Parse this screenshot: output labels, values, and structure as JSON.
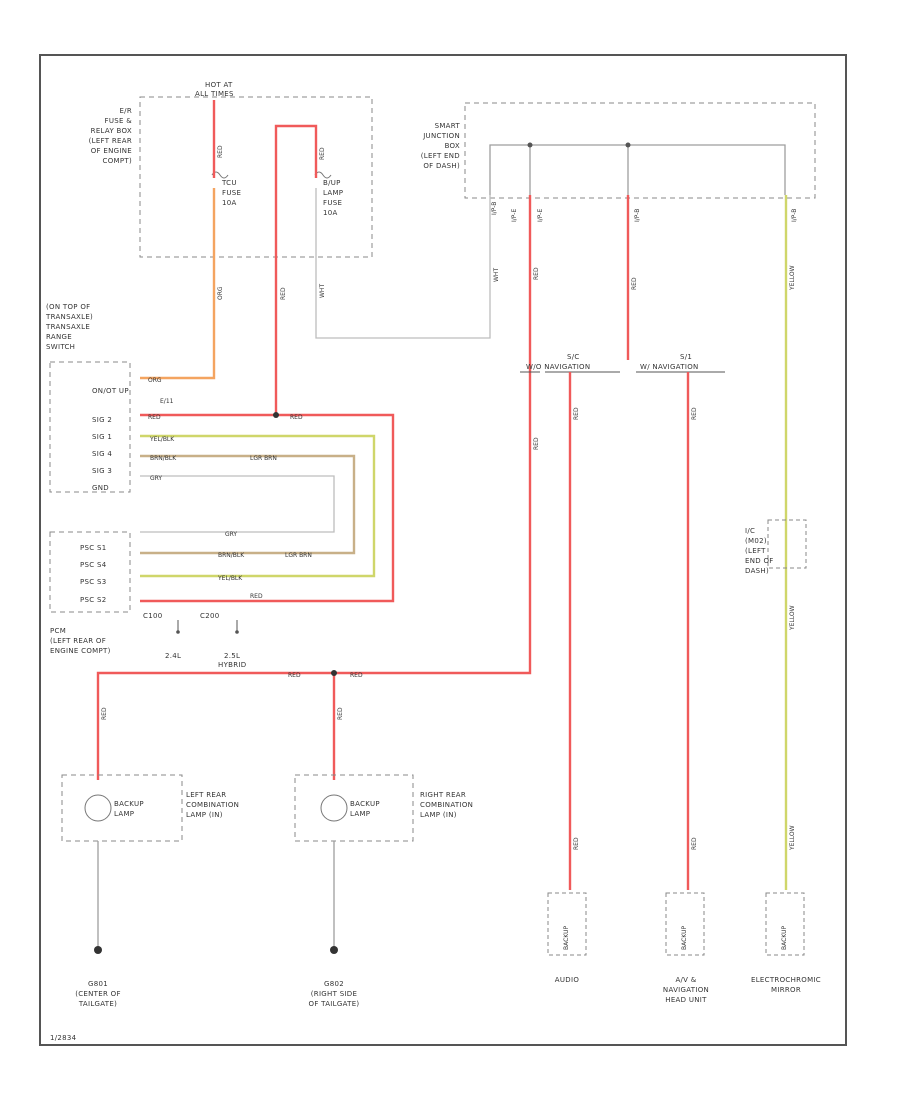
{
  "colors": {
    "red": "#f05a5a",
    "orange": "#f4a460",
    "yellow": "#cfd66a",
    "brown": "#c8b088",
    "gray": "#bdbdbd",
    "frame": "#555555",
    "dash": "#888888"
  },
  "top_fuse_box": {
    "hot_at": "HOT AT",
    "hot_at_2": "ALL TIMES",
    "name_lines": [
      "E/R",
      "FUSE &",
      "RELAY BOX",
      "(LEFT REAR",
      "OF ENGINE",
      "COMPT)"
    ],
    "fuse1_lines": [
      "TCU",
      "FUSE",
      "10A"
    ],
    "fuse2_lines": [
      "B/UP",
      "LAMP",
      "FUSE",
      "10A"
    ]
  },
  "smart_junction": {
    "name_lines": [
      "SMART",
      "JUNCTION",
      "BOX",
      "(LEFT END",
      "OF DASH)"
    ],
    "pins": [
      "I/P-B",
      "I/P-E",
      "I/P-E",
      "I/P-B",
      "I/P-B"
    ]
  },
  "trans_range": {
    "name_lines": [
      "(ON TOP OF",
      "TRANSAXLE)",
      "TRANSAXLE",
      "RANGE",
      "SWITCH"
    ],
    "pins": [
      "ON/OT UP",
      "SIG 2",
      "SIG 1",
      "SIG 4",
      "SIG 3",
      "GND"
    ],
    "conn": "E/11"
  },
  "pcm": {
    "pins": [
      "PSC S1",
      "PSC S4",
      "PSC S3",
      "PSC S2"
    ],
    "name_lines": [
      "PCM",
      "(LEFT REAR OF",
      "ENGINE COMPT)"
    ],
    "conn1": "C100",
    "conn2": "C200",
    "eng1": "2.4L",
    "eng2": "2.5L",
    "eng2b": "HYBRID"
  },
  "wire_labels": {
    "red": "RED",
    "orange": "ORG",
    "yellow": "YEL/BLK",
    "brown": "BRN/BLK",
    "brown2": "LGR BRN",
    "gray": "GRY",
    "yellow2": "YELLOW",
    "wht": "WHT"
  },
  "splices": {
    "left": "W/O NAVIGATION",
    "right": "W/ NAVIGATION",
    "left_code": "S/C",
    "right_code": "S/1"
  },
  "lamps": [
    {
      "inner_lines": [
        "BACKUP",
        "LAMP"
      ],
      "name_lines": [
        "LEFT REAR",
        "COMBINATION",
        "LAMP (IN)"
      ],
      "ground_lines": [
        "G801",
        "(CENTER OF",
        "TAILGATE)"
      ]
    },
    {
      "inner_lines": [
        "BACKUP",
        "LAMP"
      ],
      "name_lines": [
        "RIGHT REAR",
        "COMBINATION",
        "LAMP (IN)"
      ],
      "ground_lines": [
        "G802",
        "(RIGHT SIDE",
        "OF TAILGATE)"
      ]
    }
  ],
  "components": [
    {
      "inner": "BACKUP",
      "name_lines": [
        "AUDIO"
      ]
    },
    {
      "inner": "BACKUP",
      "name_lines": [
        "A/V &",
        "NAVIGATION",
        "HEAD UNIT"
      ]
    },
    {
      "inner": "BACKUP",
      "name_lines": [
        "ELECTROCHROMIC",
        "MIRROR"
      ]
    }
  ],
  "ic_conn": {
    "name_lines": [
      "I/C",
      "(M02)",
      "(LEFT",
      "END OF",
      "DASH)"
    ]
  },
  "footer": {
    "code": "1/2834"
  }
}
